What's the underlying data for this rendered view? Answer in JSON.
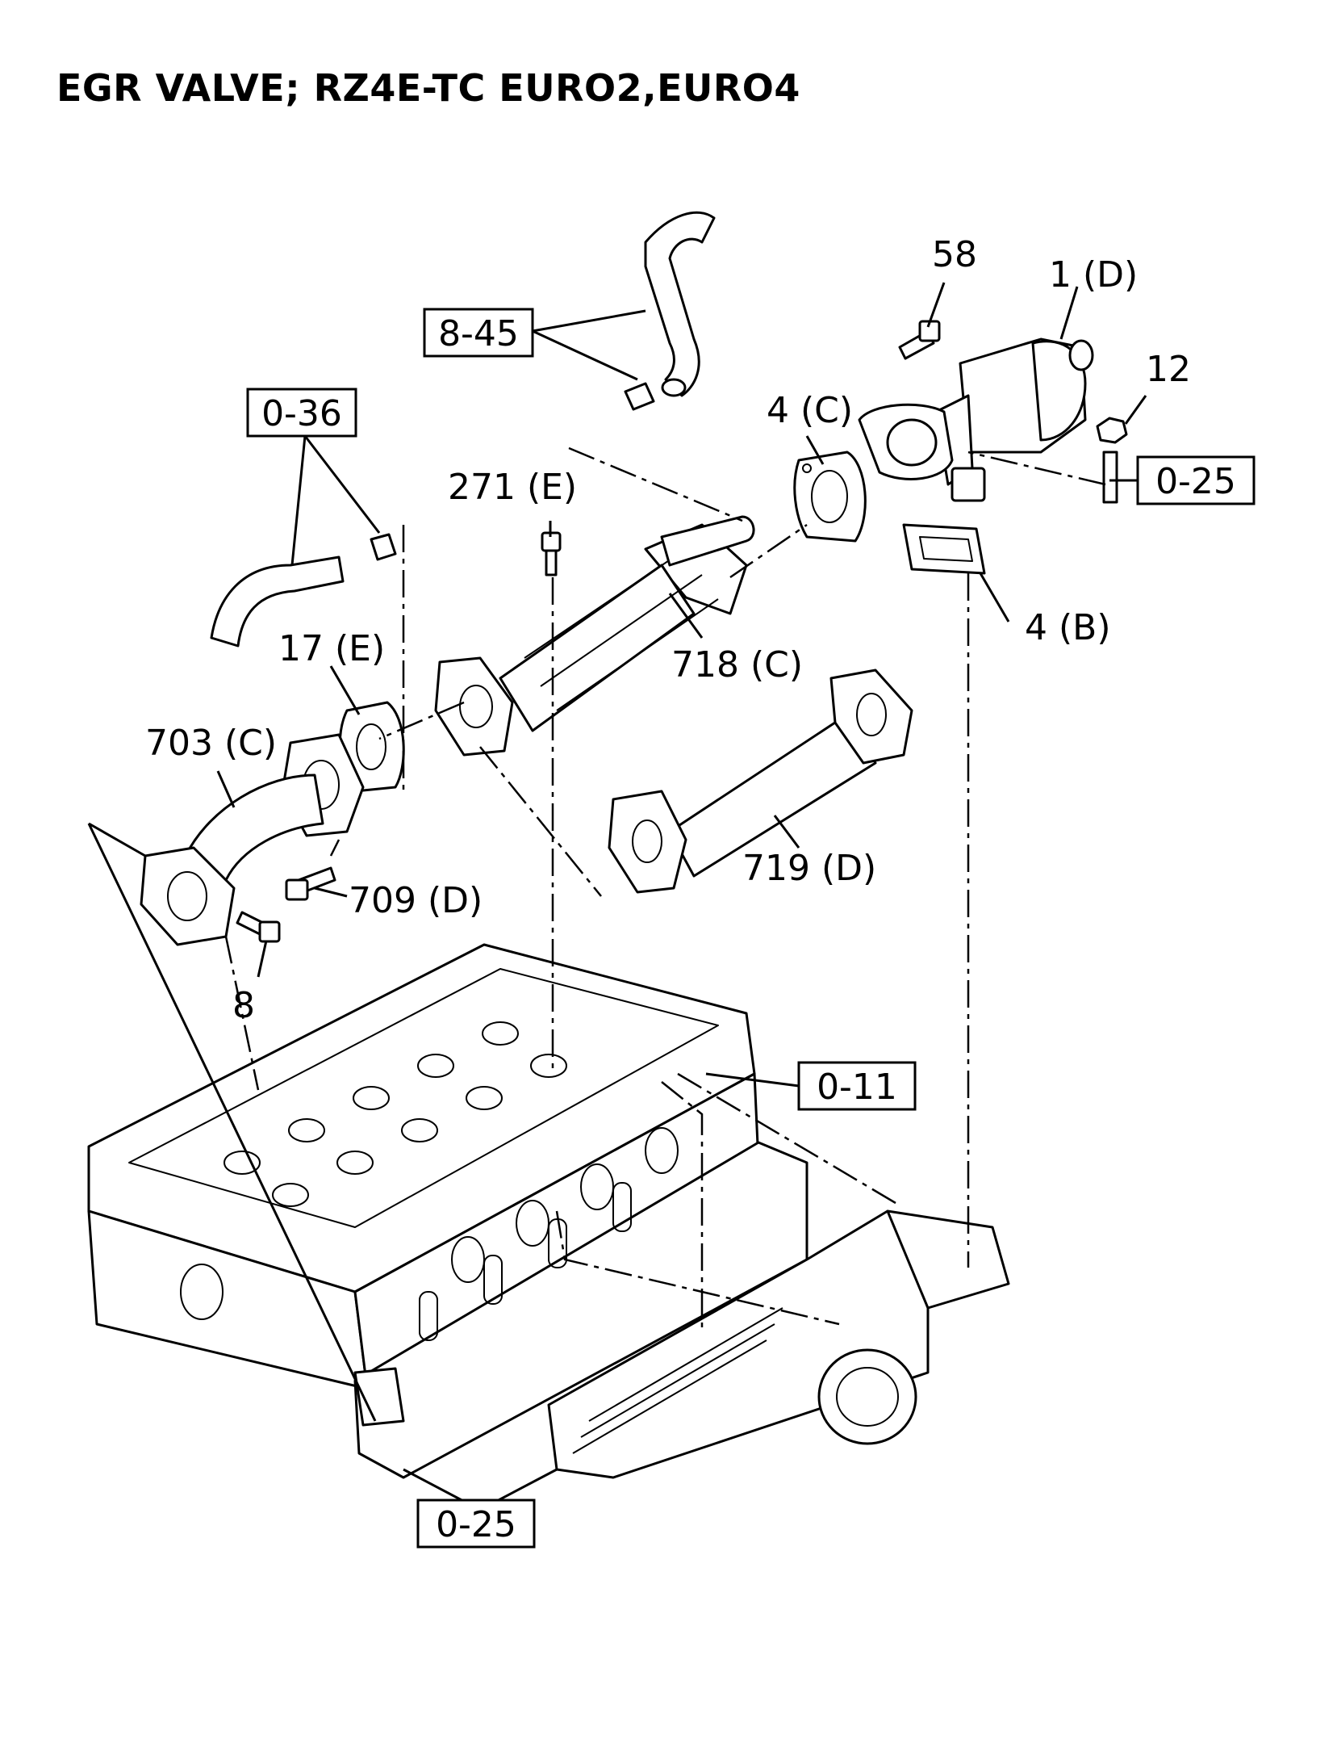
{
  "title": "EGR VALVE; RZ4E-TC EURO2,EURO4",
  "callouts": {
    "c58": "58",
    "c1d": "1 (D)",
    "c12": "12",
    "c4c": "4 (C)",
    "c4b": "4 (B)",
    "c271e": "271 (E)",
    "c718c": "718 (C)",
    "c17e": "17 (E)",
    "c703c": "703 (C)",
    "c709d": "709 (D)",
    "c719d": "719 (D)",
    "c8": "8"
  },
  "ref_boxes": {
    "r845": "8-45",
    "r036": "0-36",
    "r025_right": "0-25",
    "r011": "0-11",
    "r025_bottom": "0-25"
  }
}
